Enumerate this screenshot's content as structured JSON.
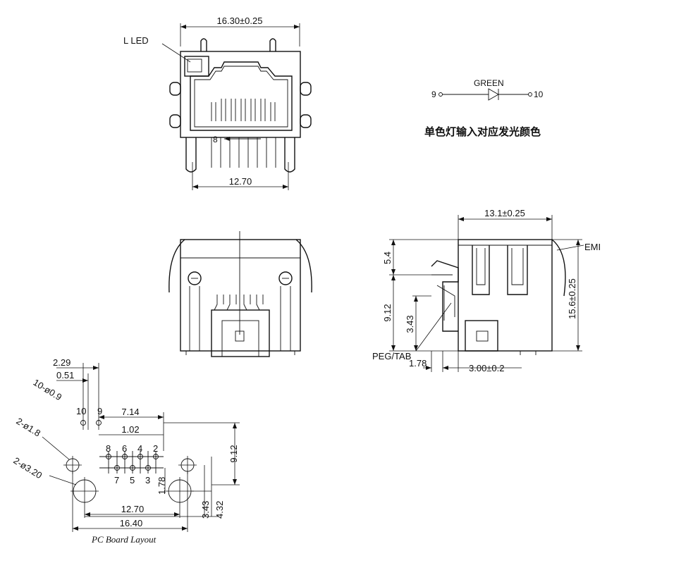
{
  "front_view": {
    "width_dim": "16.30±0.25",
    "pitch_dim": "12.70",
    "led_label": "L LED",
    "pin_label": "8"
  },
  "led_legend": {
    "color_label": "GREEN",
    "pin_a": "9",
    "pin_b": "10",
    "caption": "单色灯输入对应发光颜色"
  },
  "side_view": {
    "depth_dim": "13.1±0.25",
    "height_dim": "15.6±0.25",
    "dim_a": "5.4",
    "dim_b": "9.12",
    "dim_c": "3.43",
    "dim_d": "1.78",
    "dim_e": "3.00±0.2",
    "emi_label": "EMI",
    "peg_label": "PEG/TAB"
  },
  "pcb_layout": {
    "title": "PC Board Layout",
    "d_229": "2.29",
    "d_051": "0.51",
    "holes_small": "10-ø0.9",
    "holes_mid": "2-ø1.8",
    "holes_large": "2-ø3.20",
    "d_714": "7.14",
    "d_102": "1.02",
    "d_912": "9.12",
    "d_1270": "12.70",
    "d_1640": "16.40",
    "d_178": "1.78",
    "d_343": "3.43",
    "d_432": "4.32",
    "pins_top": [
      "8",
      "6",
      "4",
      "2"
    ],
    "pins_bottom": [
      "7",
      "5",
      "3"
    ],
    "pin_10": "10",
    "pin_9": "9"
  }
}
